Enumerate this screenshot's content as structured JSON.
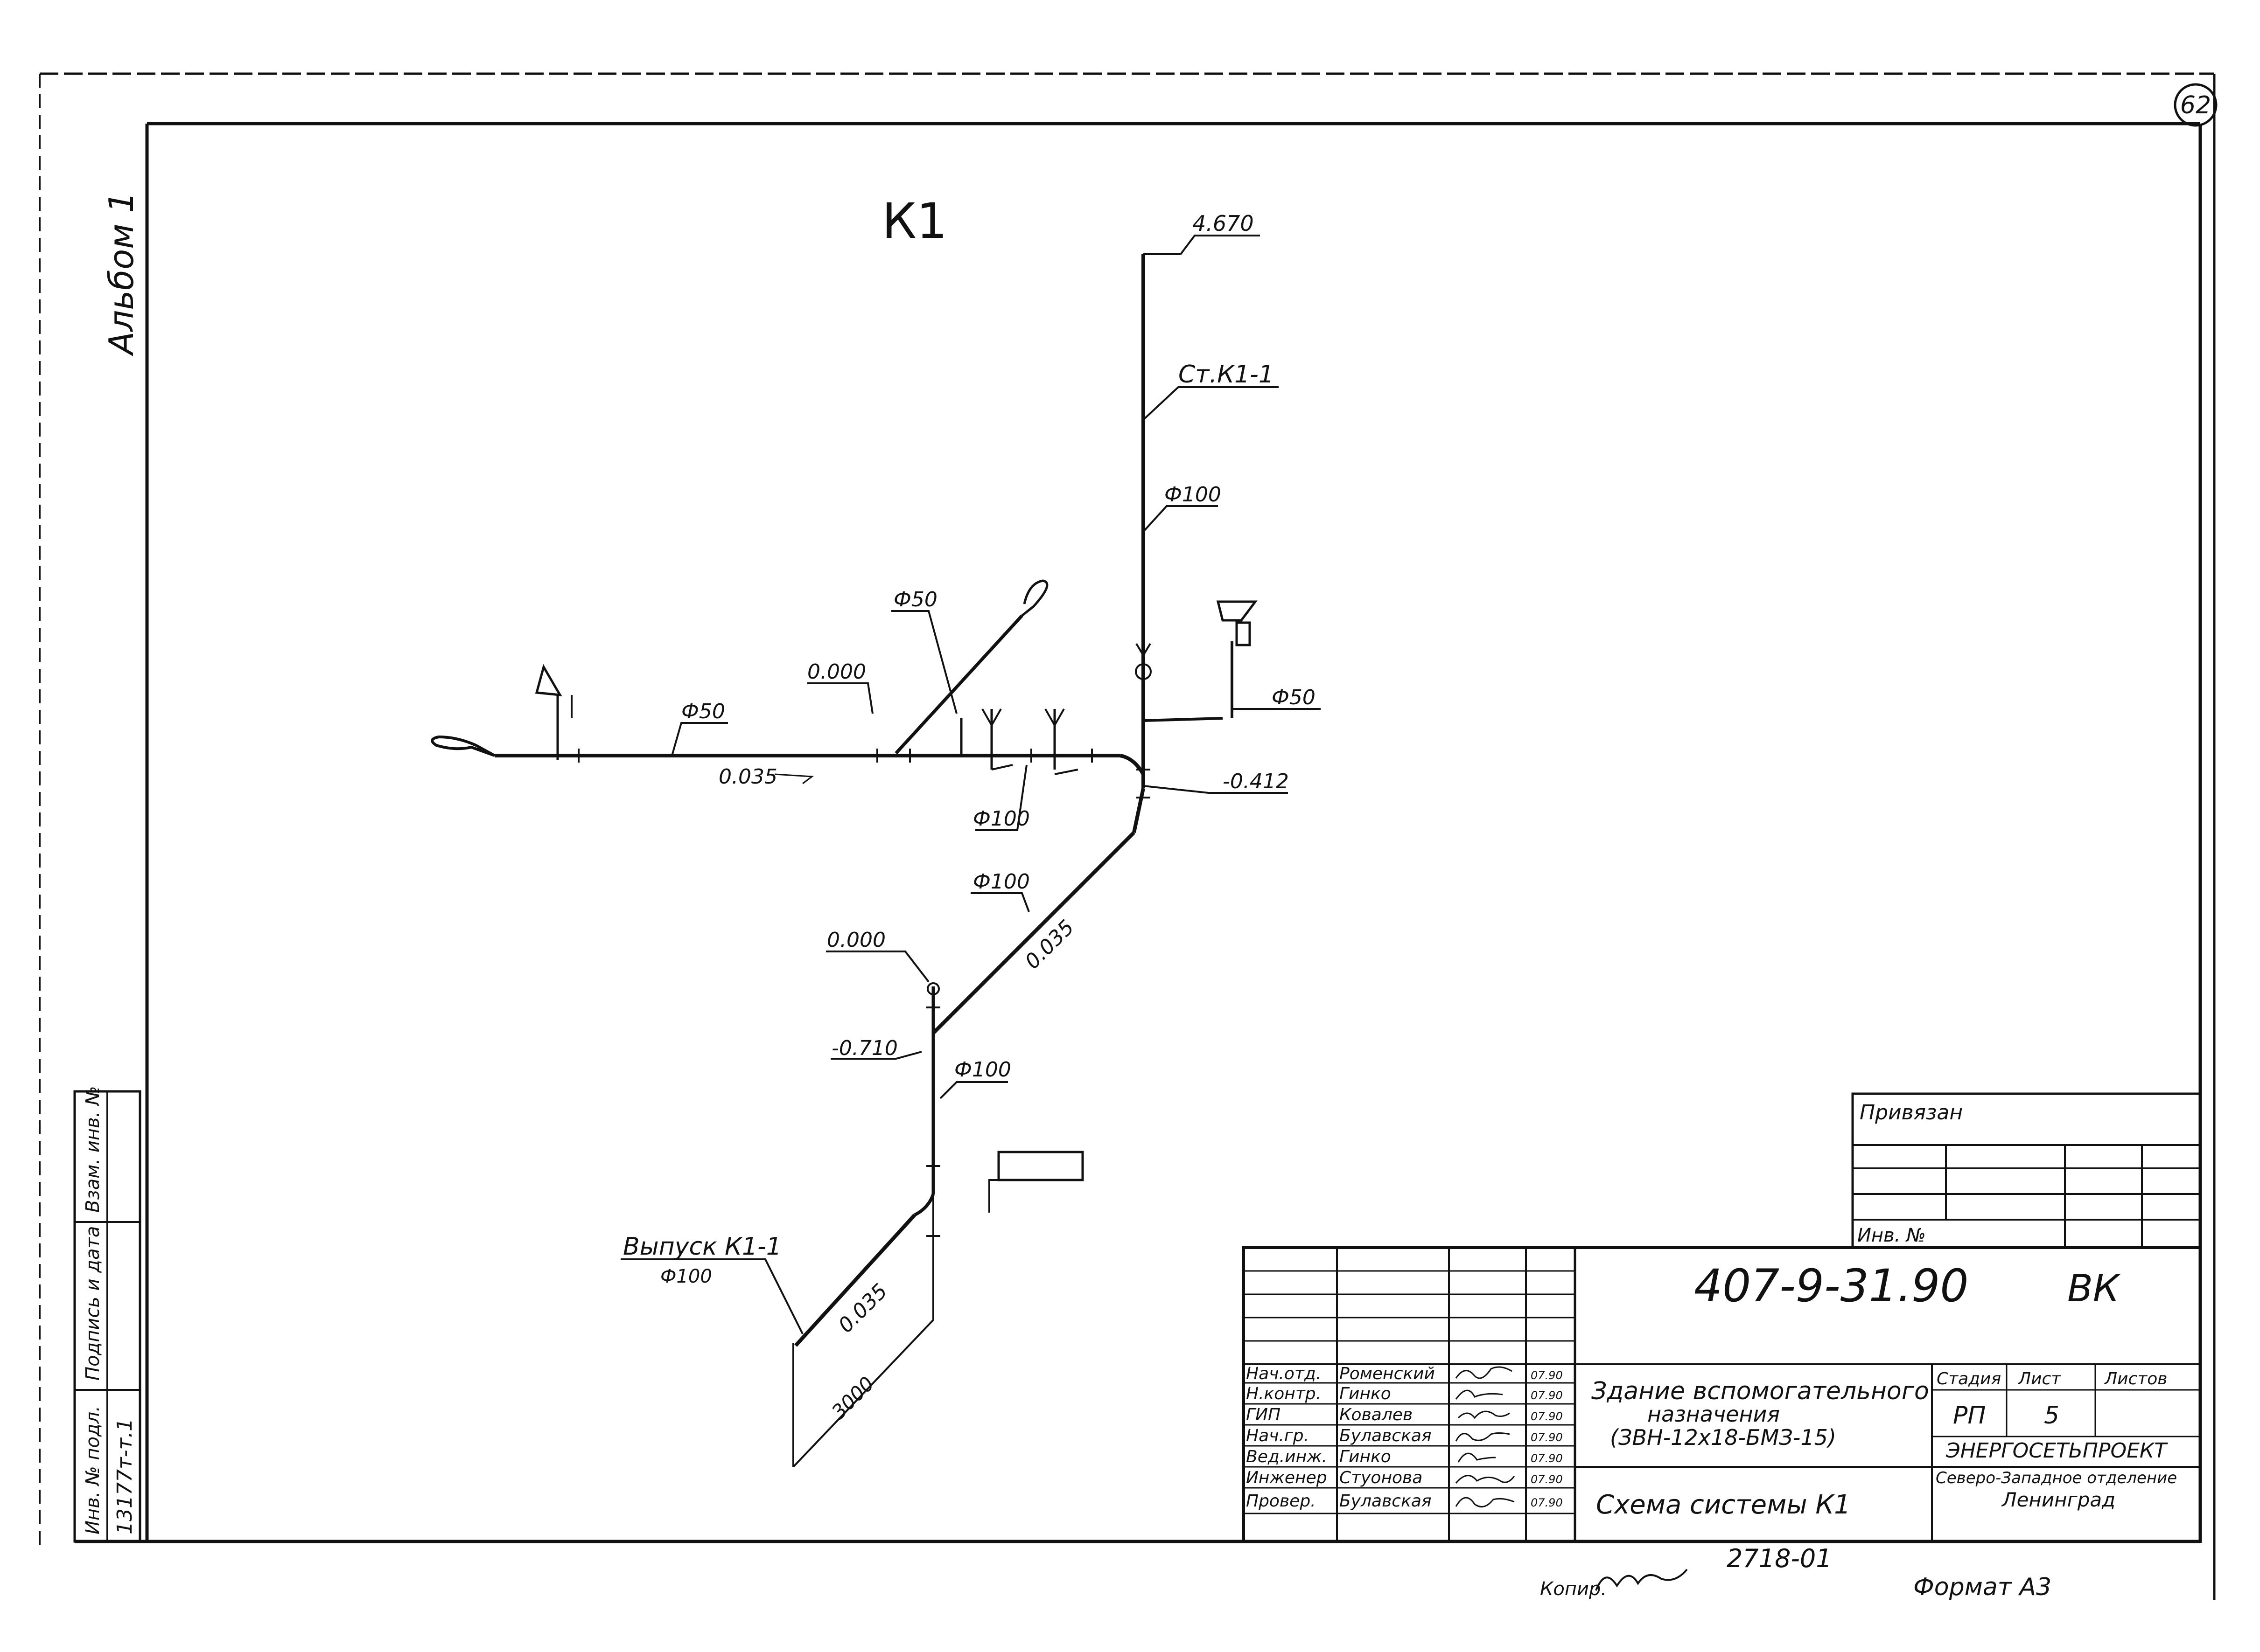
{
  "sheet_number": "62",
  "album": "Альбом 1",
  "scheme_title": "К1",
  "labels": {
    "elev_top": "4.670",
    "riser": "Ст.К1-1",
    "d100_riser": "Ф100",
    "d50_branch": "Ф50",
    "elev_0000_upper": "0.000",
    "d50_left": "Ф50",
    "slope_left": "0.035",
    "d50_right": "Ф50",
    "d100_mid": "Ф100",
    "elev_m0412": "-0.412",
    "d100_diag": "Ф100",
    "slope_diag": "0.035",
    "elev_0000_lower": "0.000",
    "elev_m0710": "-0.710",
    "d100_lower": "Ф100",
    "outlet": "Выпуск К1-1",
    "outlet_d": "Ф100",
    "slope_outlet": "0.035",
    "dim_3000": "3000"
  },
  "side_stamp": {
    "inv_podl_label": "Инв. № подл.",
    "inv_podl_value": "13177т-т.1",
    "signature_date_label": "Подпись и дата",
    "vzam_label": "Взам. инв. №"
  },
  "binding": {
    "title": "Привязан",
    "inv_no": "Инв. №"
  },
  "title_block": {
    "code": "407-9-31.90",
    "mark": "ВК",
    "staff": [
      {
        "role": "Нач.отд.",
        "name": "Роменский",
        "date": "07.90"
      },
      {
        "role": "Н.контр.",
        "name": "Гинко",
        "date": "07.90"
      },
      {
        "role": "ГИП",
        "name": "Ковалев",
        "date": "07.90"
      },
      {
        "role": "Нач.гр.",
        "name": "Булавская",
        "date": "07.90"
      },
      {
        "role": "Вед.инж.",
        "name": "Гинко",
        "date": "07.90"
      },
      {
        "role": "Инженер",
        "name": "Стуонова",
        "date": "07.90"
      },
      {
        "role": "Провер.",
        "name": "Булавская",
        "date": "07.90"
      }
    ],
    "building_line1": "Здание вспомогательного",
    "building_line2": "назначения",
    "building_line3": "(ЗВН-12х18-БМЗ-15)",
    "sheet_title": "Схема системы К1",
    "stage_header": "Стадия",
    "sheet_header": "Лист",
    "sheets_header": "Листов",
    "stage": "РП",
    "sheet": "5",
    "sheets": "",
    "org_line1": "ЭНЕРГОСЕТЬПРОЕКТ",
    "org_line2": "Северо-Западное отделение",
    "org_line3": "Ленинград"
  },
  "footer": {
    "copied_label": "Копир.",
    "copy_code": "2718-01",
    "format": "Формат А3"
  }
}
